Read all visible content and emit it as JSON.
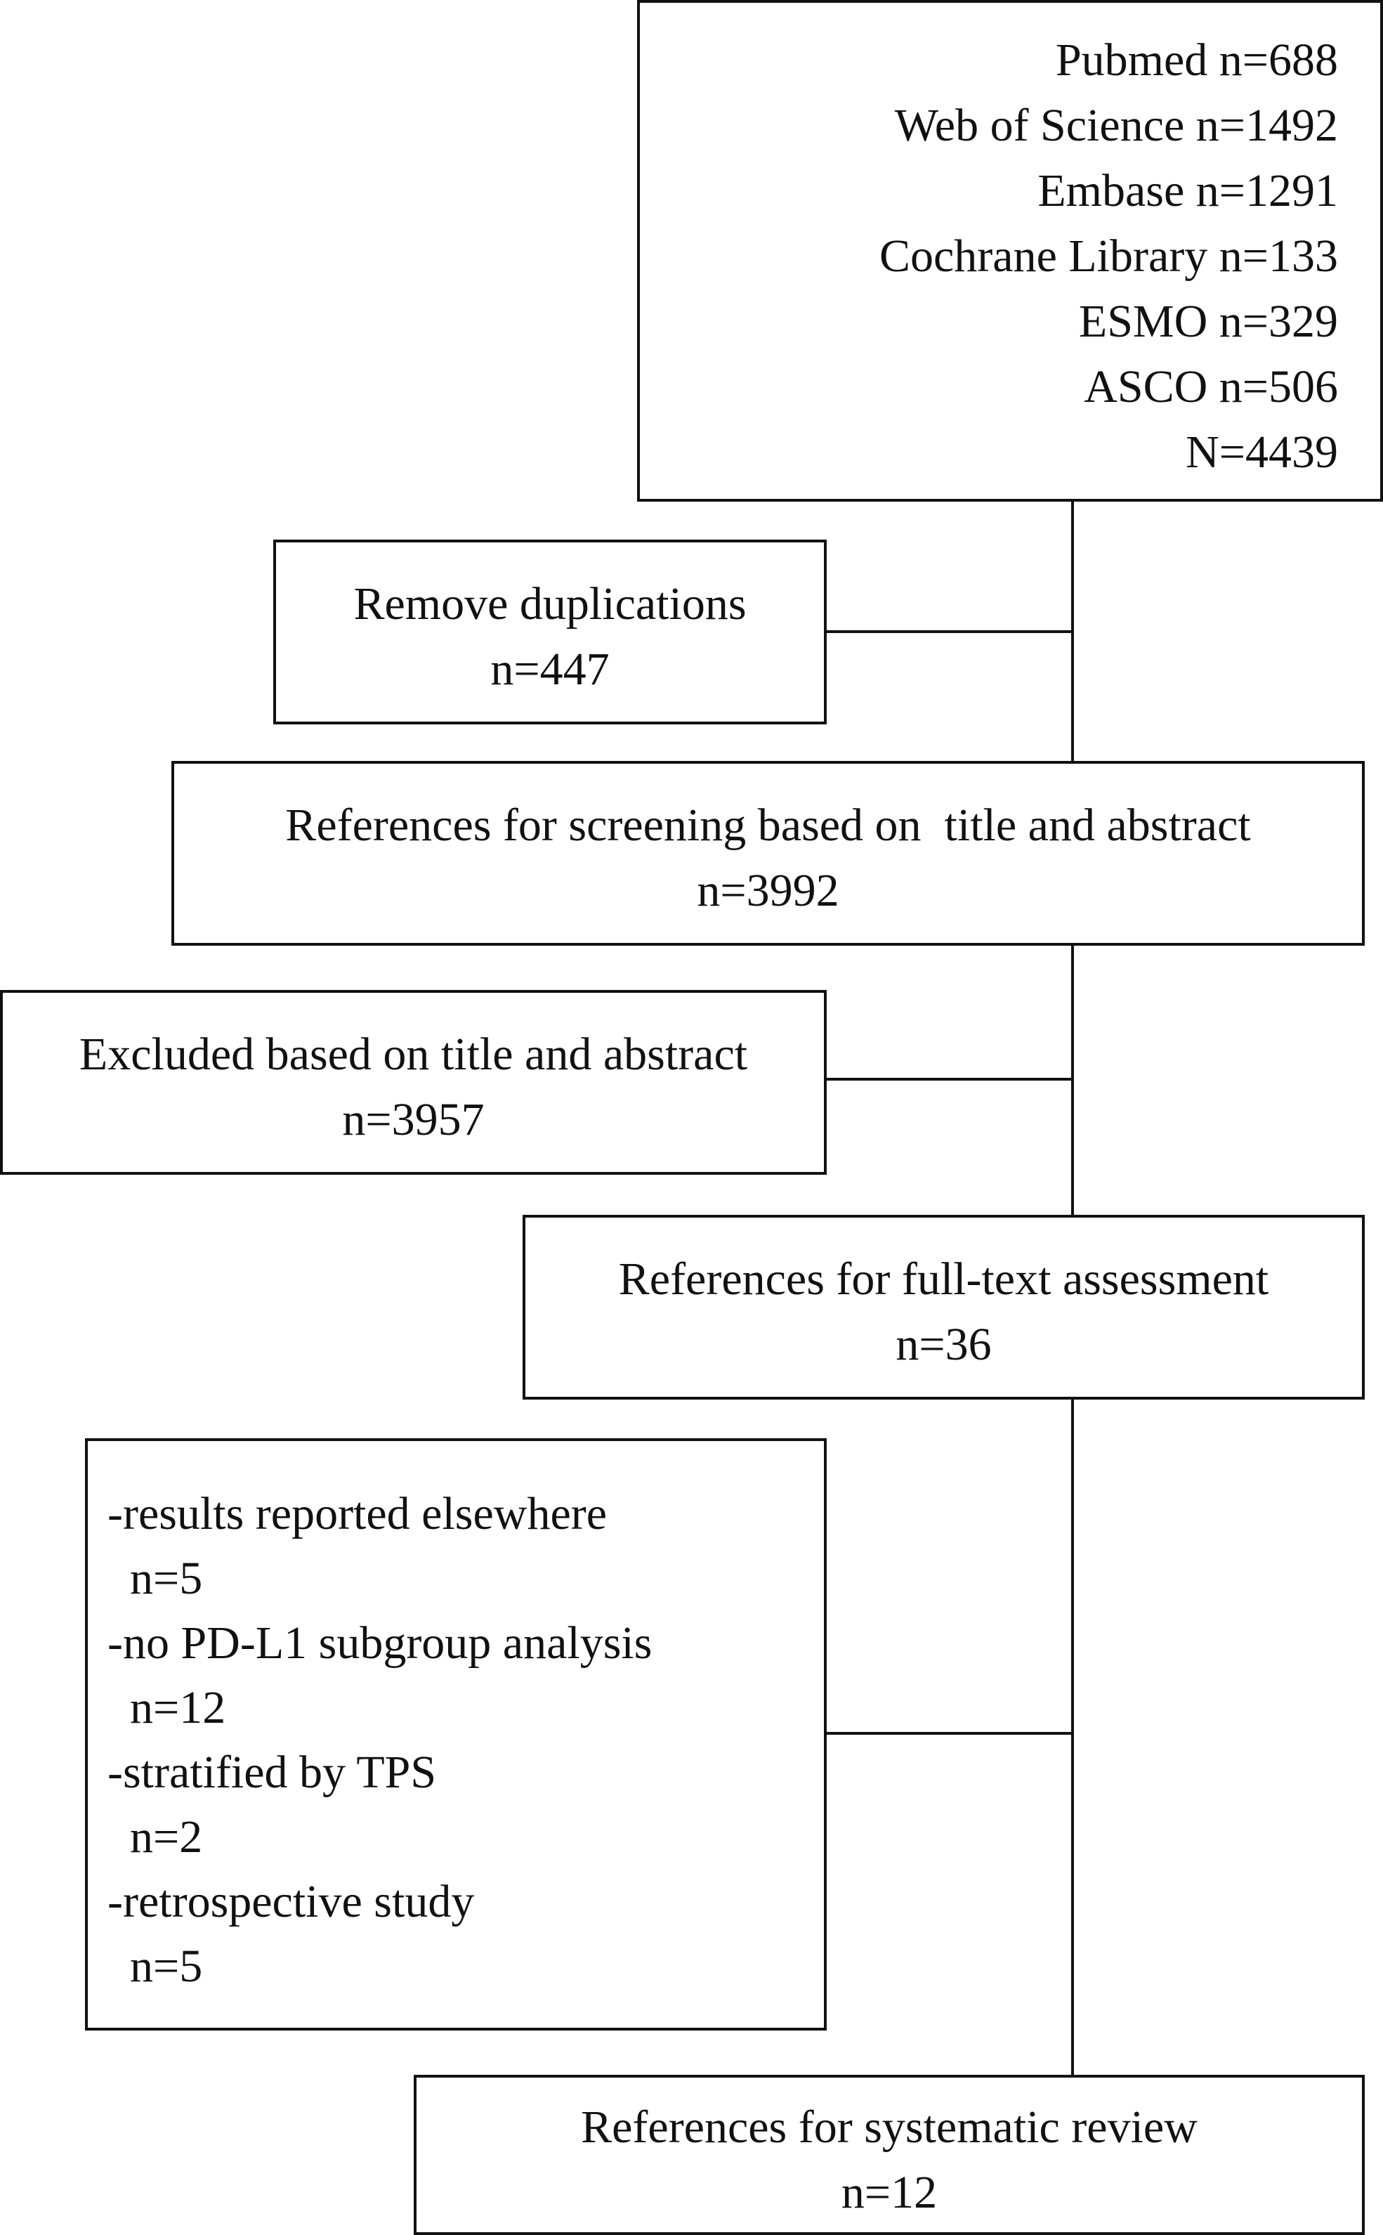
{
  "flowchart": {
    "sources": {
      "lines": [
        "Pubmed n=688",
        "Web of Science n=1492",
        "Embase n=1291",
        "Cochrane Library n=133",
        "ESMO n=329",
        "ASCO n=506",
        "N=4439"
      ]
    },
    "duplicates": {
      "label": "Remove duplications",
      "count": "n=447"
    },
    "screening": {
      "label": "References for screening based on  title and abstract",
      "count": "n=3992"
    },
    "excluded": {
      "label": "Excluded based on title and abstract",
      "count": "n=3957"
    },
    "fulltext": {
      "label": "References for full-text assessment",
      "count": "n=36"
    },
    "reasons": {
      "items": [
        {
          "label": "-results reported elsewhere",
          "count": "n=5"
        },
        {
          "label": "-no PD-L1 subgroup analysis",
          "count": "n=12"
        },
        {
          "label": "-stratified by TPS",
          "count": "n=2"
        },
        {
          "label": "-retrospective study",
          "count": "n=5"
        }
      ]
    },
    "review": {
      "label": "References for systematic review",
      "count": "n=12"
    }
  }
}
